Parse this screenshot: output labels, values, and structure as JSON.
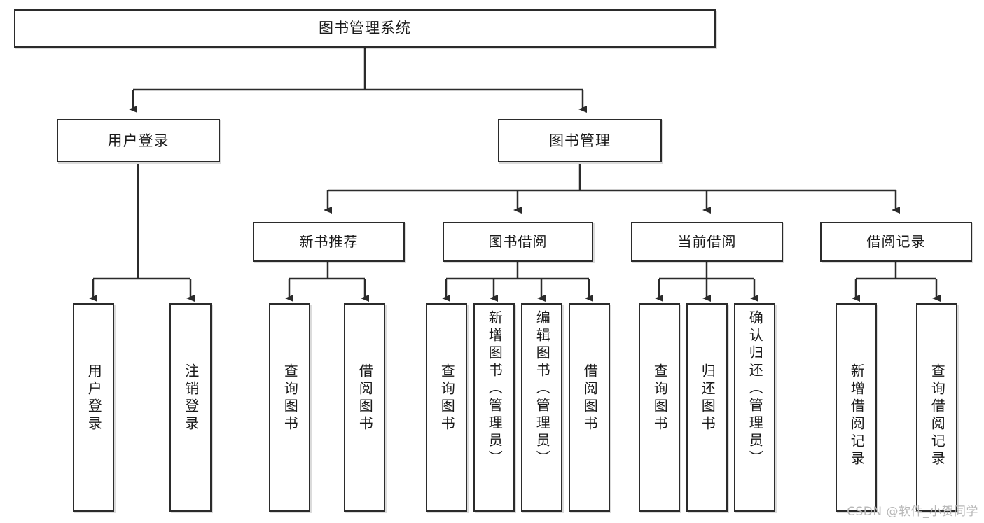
{
  "diagram": {
    "title": "图书管理系统",
    "type": "tree-hierarchy",
    "watermark": "CSDN @软件_小贺同学",
    "colors": {
      "box_border": "#2b2b2b",
      "box_fill": "#ffffff",
      "line": "#2b2b2b",
      "text": "#1a1a1a",
      "watermark": "#b8b8b8"
    },
    "root": {
      "label": "图书管理系统"
    },
    "level2": [
      {
        "label": "用户登录"
      },
      {
        "label": "图书管理"
      }
    ],
    "level3": [
      {
        "label": "新书推荐"
      },
      {
        "label": "图书借阅"
      },
      {
        "label": "当前借阅"
      },
      {
        "label": "借阅记录"
      }
    ],
    "leaves": {
      "user_login": [
        {
          "label": "用户登录"
        },
        {
          "label": "注销登录"
        }
      ],
      "new_book_recommend": [
        {
          "label": "查询图书"
        },
        {
          "label": "借阅图书"
        }
      ],
      "book_borrow": [
        {
          "label": "查询图书"
        },
        {
          "label": "新增图书（管理员）"
        },
        {
          "label": "编辑图书（管理员）"
        },
        {
          "label": "借阅图书"
        }
      ],
      "current_borrow": [
        {
          "label": "查询图书"
        },
        {
          "label": "归还图书"
        },
        {
          "label": "确认归还（管理员）"
        }
      ],
      "borrow_records": [
        {
          "label": "新增借阅记录"
        },
        {
          "label": "查询借阅记录"
        }
      ]
    }
  }
}
